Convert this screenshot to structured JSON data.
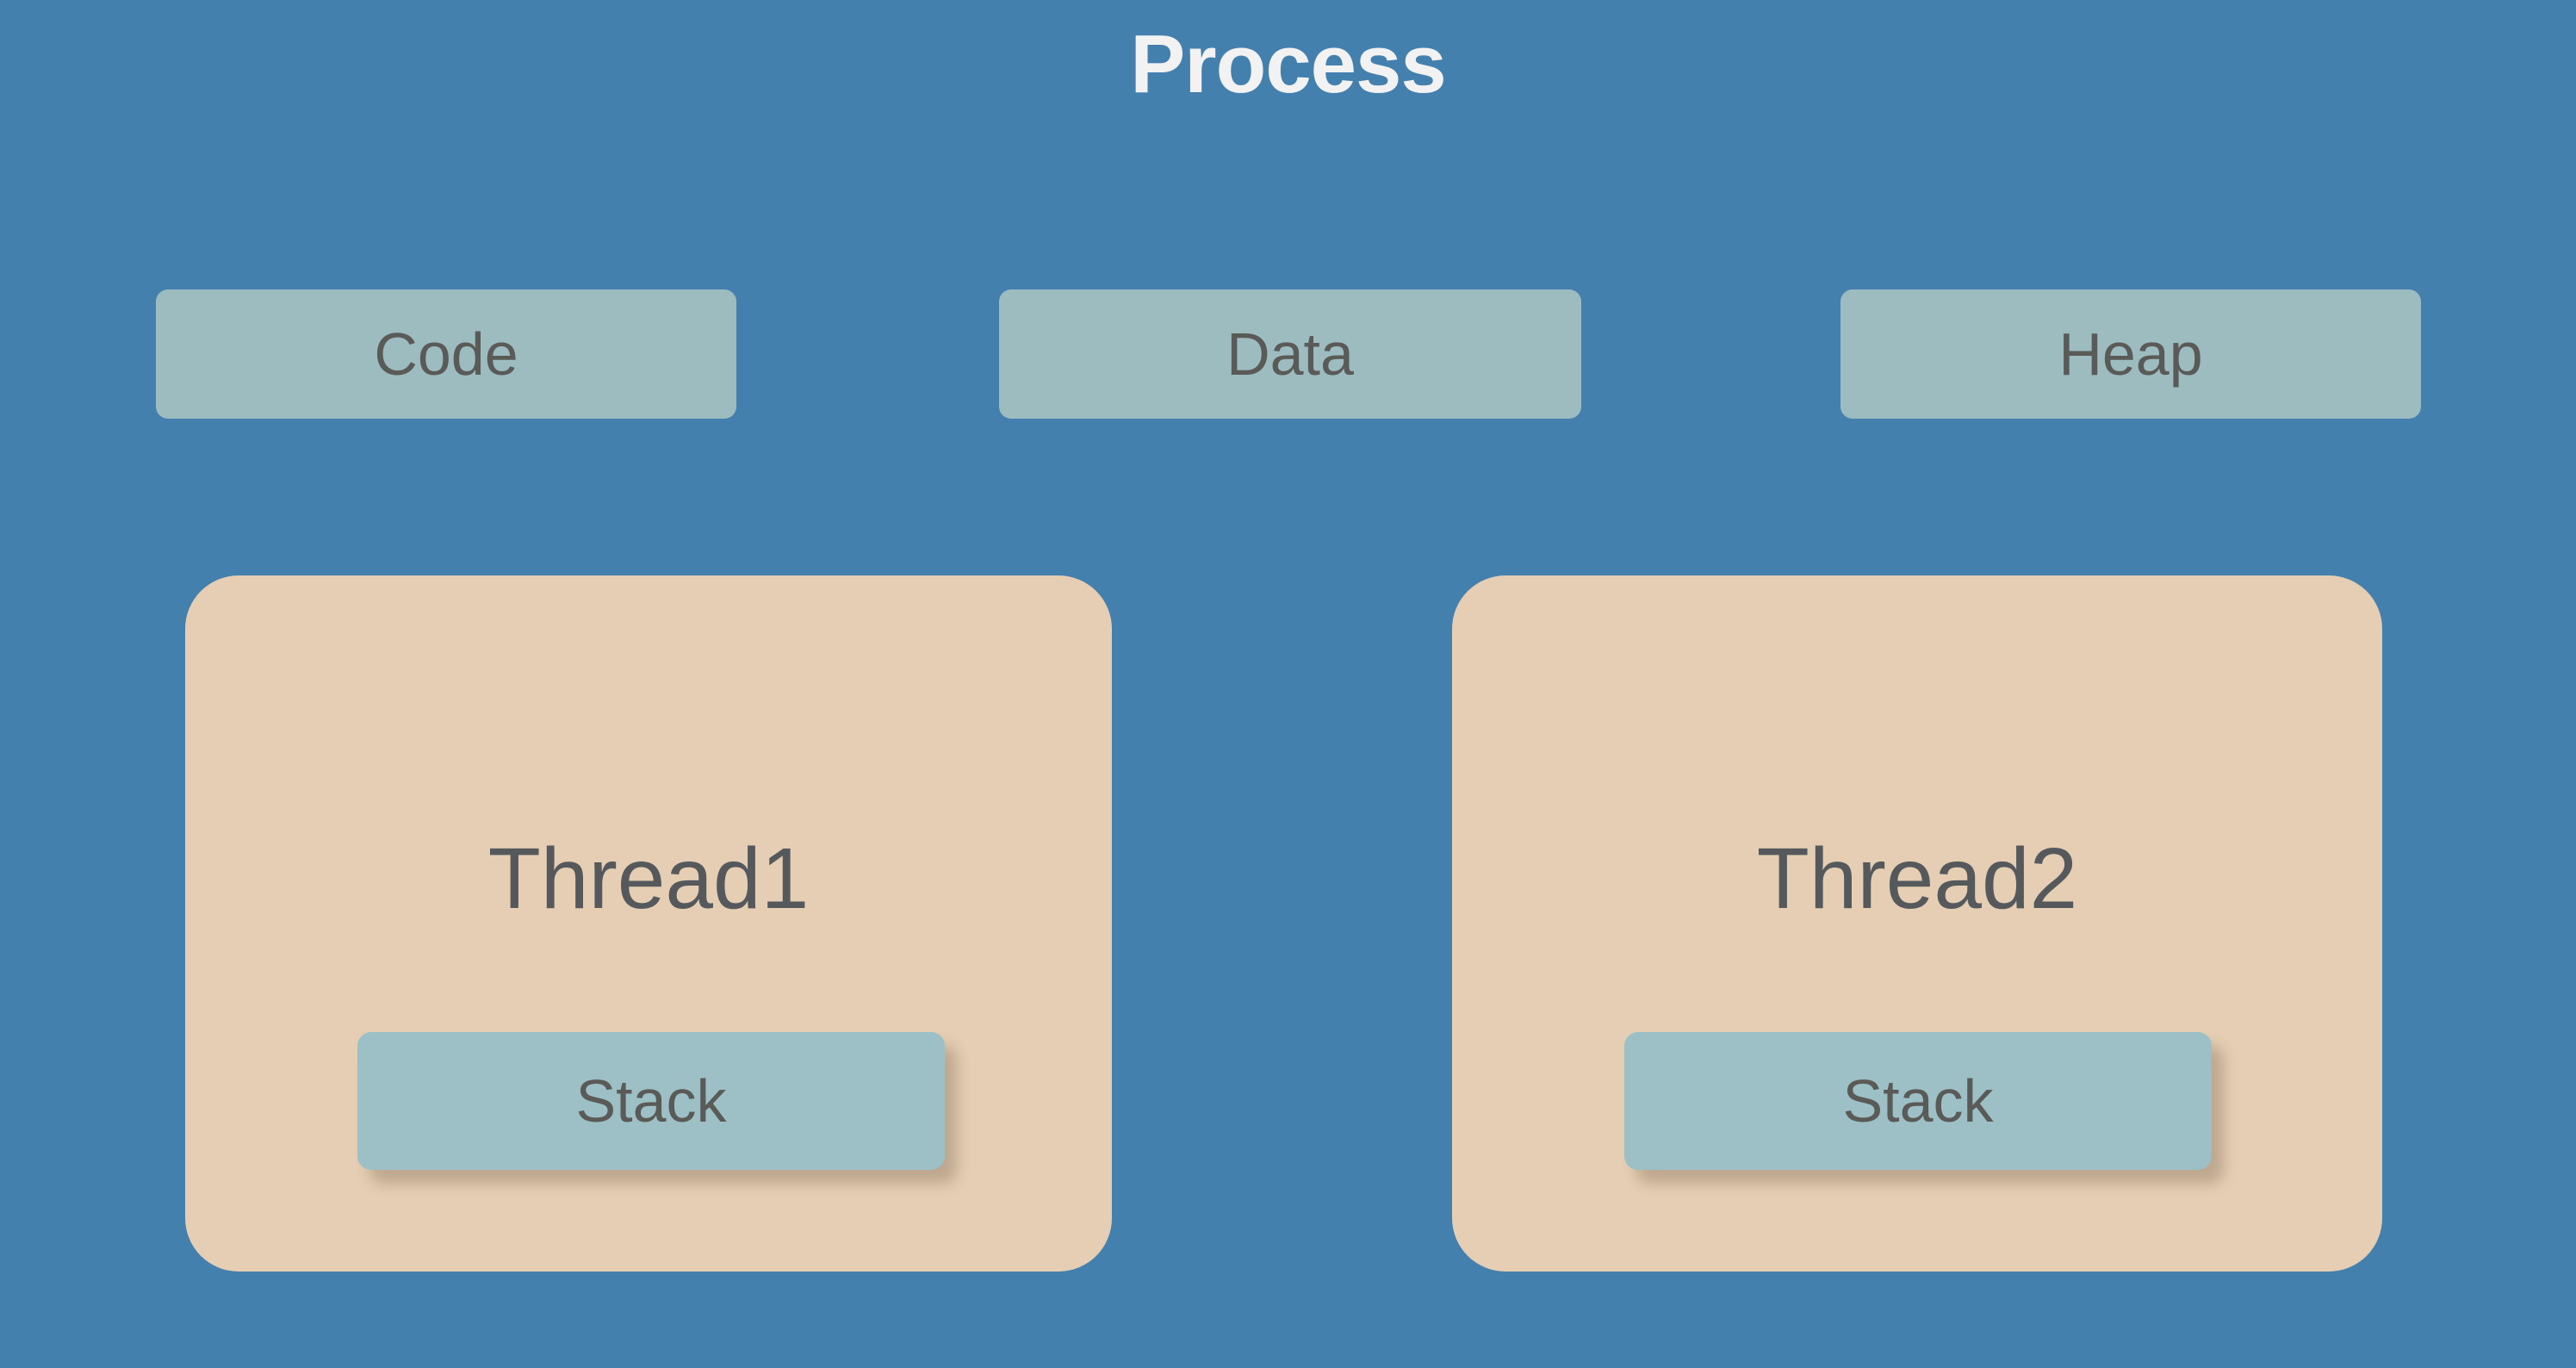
{
  "diagram": {
    "title": "Process",
    "background_color": "#4480ae",
    "title_color": "#f2f2f2",
    "segment_color": "#9cbcc0",
    "thread_color": "#e5ceb3",
    "stack_color": "#9cc0c5",
    "label_color": "#5a5a57"
  },
  "segments": [
    {
      "label": "Code"
    },
    {
      "label": "Data"
    },
    {
      "label": "Heap"
    }
  ],
  "threads": [
    {
      "label": "Thread1",
      "stack_label": "Stack"
    },
    {
      "label": "Thread2",
      "stack_label": "Stack"
    }
  ]
}
